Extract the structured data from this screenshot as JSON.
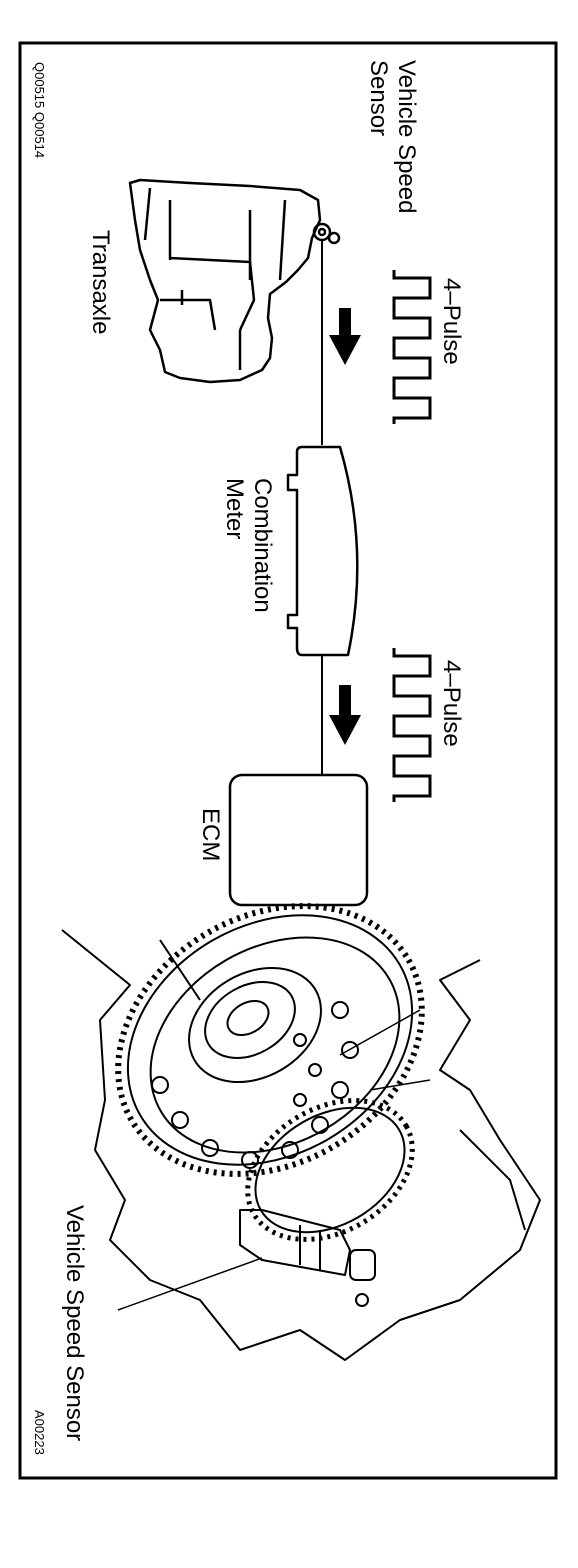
{
  "labels": {
    "vss_top_line1": "Vehicle Speed",
    "vss_top_line2": "Sensor",
    "pulse_1": "4–Pulse",
    "pulse_2": "4–Pulse",
    "transaxle": "Transaxle",
    "combination_line1": "Combination",
    "combination_line2": "Meter",
    "ecm": "ECM",
    "vss_bottom": "Vehicle Speed Sensor",
    "code_top": "Q00515  Q00514",
    "code_bottom": "A00223"
  },
  "colors": {
    "ink": "#000000",
    "paper": "#ffffff"
  }
}
